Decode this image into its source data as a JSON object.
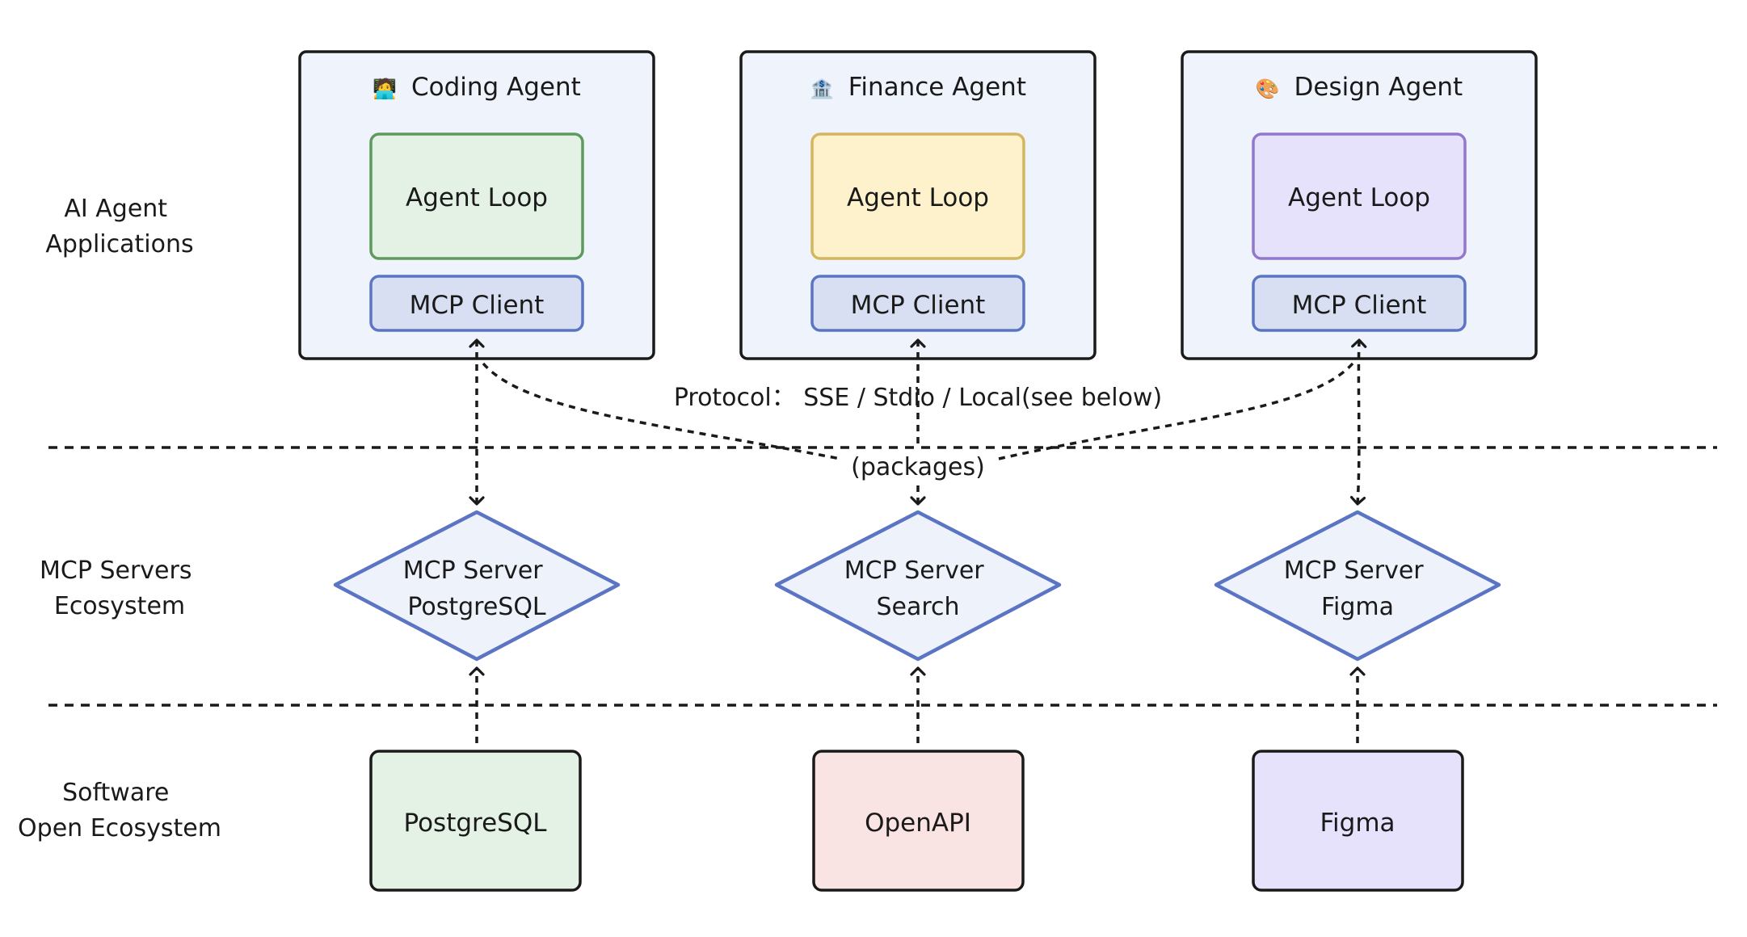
{
  "rows": {
    "apps": [
      "AI Agent",
      "Applications"
    ],
    "servers": [
      "MCP Servers",
      "Ecosystem"
    ],
    "software": [
      "Software",
      "Open Ecosystem"
    ]
  },
  "agents": [
    {
      "title": "Coding Agent",
      "emoji": "🧑‍💻",
      "loop_label": "Agent Loop",
      "client_label": "MCP Client",
      "loop_fill": "#e3f2e4",
      "loop_stroke": "#5e9a5e"
    },
    {
      "title": "Finance Agent",
      "emoji": "🏦",
      "loop_label": "Agent Loop",
      "client_label": "MCP Client",
      "loop_fill": "#fdf2cc",
      "loop_stroke": "#d4b560"
    },
    {
      "title": "Design Agent",
      "emoji": "🎨",
      "loop_label": "Agent Loop",
      "client_label": "MCP Client",
      "loop_fill": "#e7e2fb",
      "loop_stroke": "#9277cf"
    }
  ],
  "servers": [
    {
      "line1": "MCP Server",
      "line2": "PostgreSQL"
    },
    {
      "line1": "MCP Server",
      "line2": "Search"
    },
    {
      "line1": "MCP Server",
      "line2": "Figma"
    }
  ],
  "software": [
    {
      "label": "PostgreSQL",
      "fill": "#e3f2e4"
    },
    {
      "label": "OpenAPI",
      "fill": "#f9e3e3"
    },
    {
      "label": "Figma",
      "fill": "#e7e2fb"
    }
  ],
  "protocol_label": "Protocol： SSE / Stdio / Local(see below)",
  "packages_label": "(packages)",
  "colors": {
    "agent_box_fill": "#eff3fb",
    "client_fill": "#d9dff3",
    "client_stroke": "#5b75c4",
    "server_fill": "#eef2fb",
    "server_stroke": "#5b75c4"
  }
}
